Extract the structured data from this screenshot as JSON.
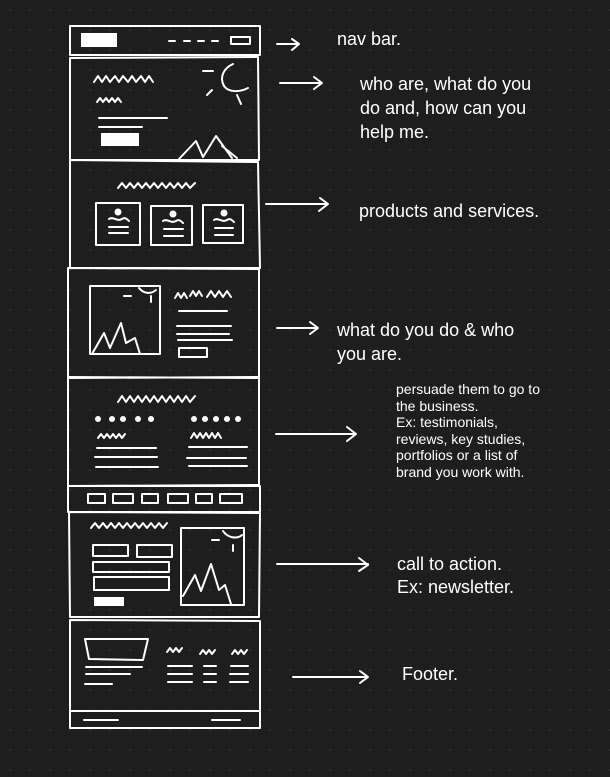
{
  "annotations": {
    "nav_bar": "nav bar.",
    "who_are": "who are, what do you\ndo and, how can you\nhelp me.",
    "products": "products and services.",
    "what_do": "what do you do & who\nyou are.",
    "persuade": "persuade them to go to\nthe business.\nEx: testimonials,\nreviews, key studies,\nportfolios or a list of\nbrand you work with.",
    "call_to_action": "call to action.\nEx: newsletter.",
    "footer": "Footer."
  },
  "colors": {
    "background": "#1e1e1e",
    "ink": "#ffffff"
  }
}
